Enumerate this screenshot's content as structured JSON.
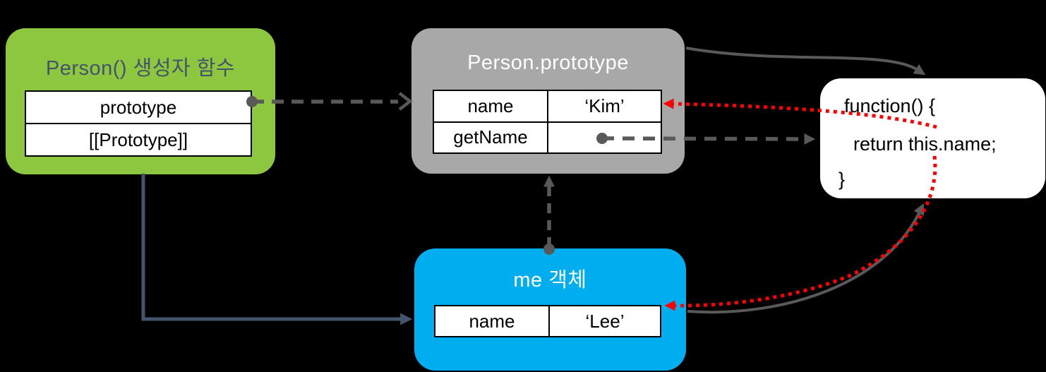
{
  "diagram": {
    "constructor_box": {
      "title": "Person() 생성자 함수",
      "row1": "prototype",
      "row2": "[[Prototype]]"
    },
    "prototype_box": {
      "title": "Person.prototype",
      "row1_key": "name",
      "row1_value": "‘Kim’",
      "row2_key": "getName",
      "row2_value": ""
    },
    "function_box": {
      "line1": "function() {",
      "line2": "return this.name;",
      "line3": "}"
    },
    "me_box": {
      "title": "me 객체",
      "row1_key": "name",
      "row1_value": "‘Lee’"
    },
    "colors": {
      "constructor_green": "#8DC63F",
      "prototype_gray": "#A8A8A8",
      "me_blue": "#00AEEF",
      "slate_text": "#44546A",
      "arrow_gray": "#595959",
      "arrow_red": "#FF0000",
      "table_bg": "#FFFFFF",
      "background": "#000000"
    },
    "arrows": [
      {
        "from": "constructor-prototype-row",
        "to": "prototype-box",
        "style": "gray-dashed-dot-origin"
      },
      {
        "from": "constructor-box-bottom",
        "to": "me-box-left",
        "style": "slate-solid-elbow"
      },
      {
        "from": "me-box-top",
        "to": "prototype-box-bottom",
        "style": "gray-dashed-dot-origin"
      },
      {
        "from": "prototype-getName-cell",
        "to": "function-box-left",
        "style": "gray-dashed-dot-origin"
      },
      {
        "from": "prototype-box-top-right",
        "to": "function-box-top",
        "style": "gray-solid-curve"
      },
      {
        "from": "me-box-right",
        "to": "function-box-bottom",
        "style": "gray-solid-curve"
      },
      {
        "from": "function-this-name",
        "to": "prototype-name-kim",
        "style": "red-dotted-curve"
      },
      {
        "from": "function-this-name",
        "to": "me-name-lee",
        "style": "red-dotted-curve"
      }
    ]
  }
}
